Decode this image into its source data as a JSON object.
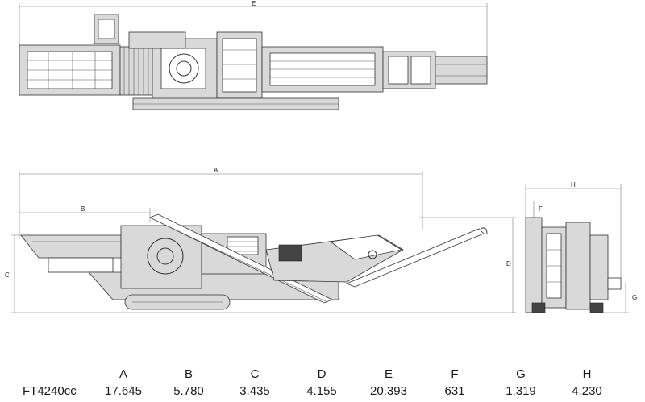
{
  "dimension_letters": {
    "top_length": "E",
    "side_length": "A",
    "side_partial": "B",
    "side_height_left": "C",
    "side_height_right": "D",
    "end_top": "F",
    "end_width": "H",
    "end_side": "G"
  },
  "spec_table": {
    "model": "FT4240cc",
    "headers": [
      "A",
      "B",
      "C",
      "D",
      "E",
      "F",
      "G",
      "H"
    ],
    "values": [
      "17.645",
      "5.780",
      "3.435",
      "4.155",
      "20.393",
      "631",
      "1.319",
      "4.230"
    ]
  }
}
